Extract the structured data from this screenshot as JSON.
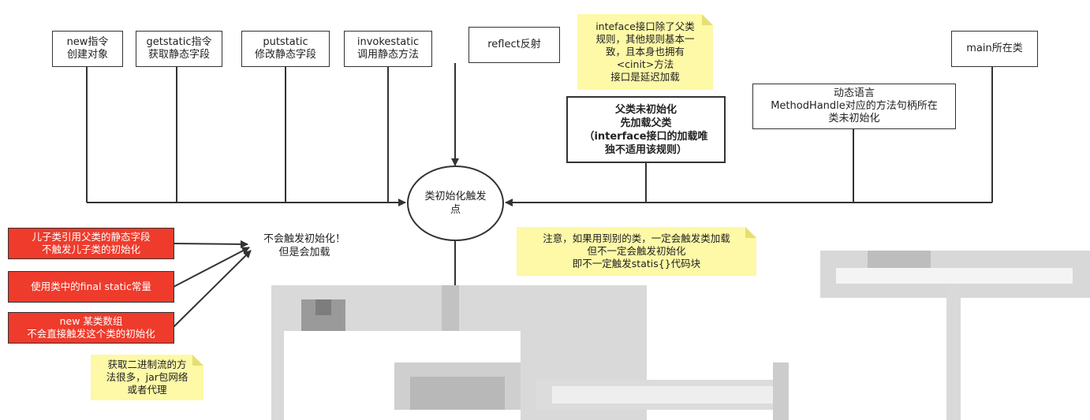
{
  "triggers": {
    "new": "new指令\n创建对象",
    "getstatic": "getstatic指令\n获取静态字段",
    "putstatic": "putstatic\n修改静态字段",
    "invokestatic": "invokestatic\n调用静态方法",
    "reflect": "reflect反射",
    "parent": "父类未初始化\n先加载父类\n（interface接口的加载唯\n独不适用该规则）",
    "dynamic": "动态语言\nMethodHandle对应的方法句柄所在\n类未初始化",
    "main": "main所在类"
  },
  "center": {
    "label": "类初始化触发\n点"
  },
  "no_init": {
    "label": "不会触发初始化！\n但是会加载",
    "items": [
      "儿子类引用父类的静态字段\n不触发儿子类的初始化",
      "使用类中的final static常量",
      "new 某类数组\n不会直接触发这个类的初始化"
    ]
  },
  "notes": {
    "interface": "inteface接口除了父类\n规则，其他规则基本一\n致，且本身也拥有\n<cinit>方法\n接口是延迟加载",
    "attention": "注意，如果用到别的类，一定会触发类加载\n但不一定会触发初始化\n即不一定触发statis{}代码块",
    "binary": "获取二进制流的方\n法很多，jar包网络\n或者代理"
  },
  "colors": {
    "red_box": "#ee3b2c",
    "note_yellow": "#fdf9a7",
    "line": "#333333"
  }
}
